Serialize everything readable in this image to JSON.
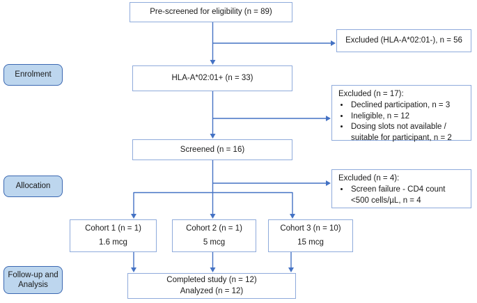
{
  "stages": {
    "enrolment": "Enrolment",
    "allocation": "Allocation",
    "followup": "Follow-up and Analysis"
  },
  "flow": {
    "prescreened": "Pre-screened for eligibility (n = 89)",
    "excluded_hla": "Excluded (HLA-A*02:01-), n = 56",
    "hla_positive": "HLA-A*02:01+ (n = 33)",
    "excluded_enrolment": {
      "title": "Excluded (n = 17):",
      "items": [
        "Declined participation, n = 3",
        "Ineligible, n = 12",
        "Dosing slots not available / suitable for participant, n = 2"
      ]
    },
    "screened": "Screened (n = 16)",
    "excluded_allocation": {
      "title": "Excluded (n = 4):",
      "items": [
        "Screen failure - CD4 count <500 cells/µL, n = 4"
      ]
    },
    "cohorts": [
      {
        "title": "Cohort 1 (n = 1)",
        "dose": "1.6 mcg"
      },
      {
        "title": "Cohort 2 (n = 1)",
        "dose": "5 mcg"
      },
      {
        "title": "Cohort 3 (n = 10)",
        "dose": "15 mcg"
      }
    ],
    "completed": {
      "line1": "Completed study (n = 12)",
      "line2": "Analyzed (n = 12)"
    }
  },
  "colors": {
    "connector_line": "#4472c4",
    "box_border": "#8eaadb",
    "stage_fill": "#bdd6ee",
    "stage_border": "#3a67b1",
    "text": "#1a1a1a",
    "background": "#ffffff"
  }
}
